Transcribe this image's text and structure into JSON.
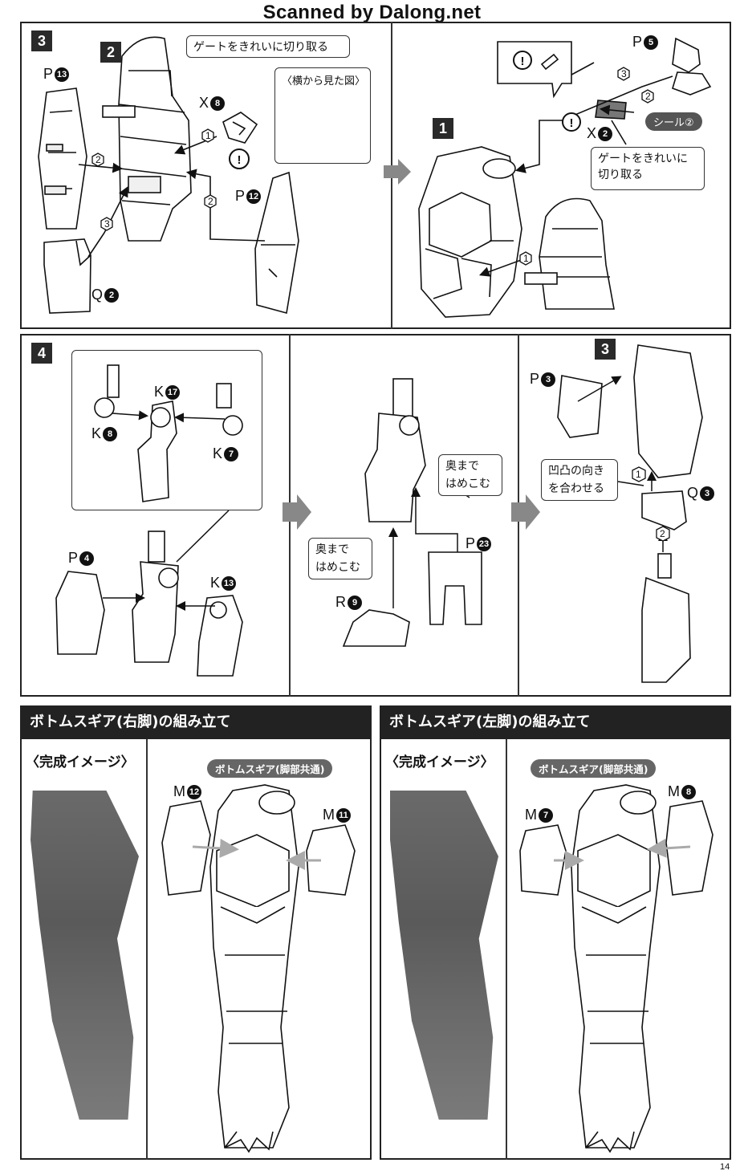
{
  "watermark": "Scanned by Dalong.net",
  "page_number": "14",
  "step3": {
    "number": "3",
    "sub_number_left": "2",
    "sub_number_right": "1",
    "note_gate_left": "ゲートをきれいに切り取る",
    "note_side_view": "〈横から見た図〉",
    "note_gate_right_line1": "ゲートをきれいに",
    "note_gate_right_line2": "切り取る",
    "sticker": "シール②",
    "parts": {
      "p13": {
        "letter": "P",
        "num": "13"
      },
      "x8": {
        "letter": "X",
        "num": "8"
      },
      "p12": {
        "letter": "P",
        "num": "12"
      },
      "q2": {
        "letter": "Q",
        "num": "2"
      },
      "p5": {
        "letter": "P",
        "num": "5"
      },
      "x2": {
        "letter": "X",
        "num": "2"
      }
    },
    "order": {
      "one": "1",
      "two": "2",
      "three": "3"
    }
  },
  "step4": {
    "number": "4",
    "sub_number": "3",
    "note_insert": "奥まではめこむ",
    "note_insert_line1": "奥まで",
    "note_insert_line2": "はめこむ",
    "note_align_line1": "凹凸の向き",
    "note_align_line2": "を合わせる",
    "parts": {
      "k17": {
        "letter": "K",
        "num": "17"
      },
      "k8": {
        "letter": "K",
        "num": "8"
      },
      "k7": {
        "letter": "K",
        "num": "7"
      },
      "p4": {
        "letter": "P",
        "num": "4"
      },
      "k13": {
        "letter": "K",
        "num": "13"
      },
      "p23": {
        "letter": "P",
        "num": "23"
      },
      "r9": {
        "letter": "R",
        "num": "9"
      },
      "p3": {
        "letter": "P",
        "num": "3"
      },
      "q3": {
        "letter": "Q",
        "num": "3"
      }
    }
  },
  "right_leg": {
    "title": "ボトムスギア(右脚)の組み立て",
    "image_label": "〈完成イメージ〉",
    "common_label": "ボトムスギア(脚部共通)",
    "parts": {
      "m12": {
        "letter": "M",
        "num": "12"
      },
      "m11": {
        "letter": "M",
        "num": "11"
      }
    }
  },
  "left_leg": {
    "title": "ボトムスギア(左脚)の組み立て",
    "image_label": "〈完成イメージ〉",
    "common_label": "ボトムスギア(脚部共通)",
    "parts": {
      "m7": {
        "letter": "M",
        "num": "7"
      },
      "m8": {
        "letter": "M",
        "num": "8"
      }
    }
  }
}
